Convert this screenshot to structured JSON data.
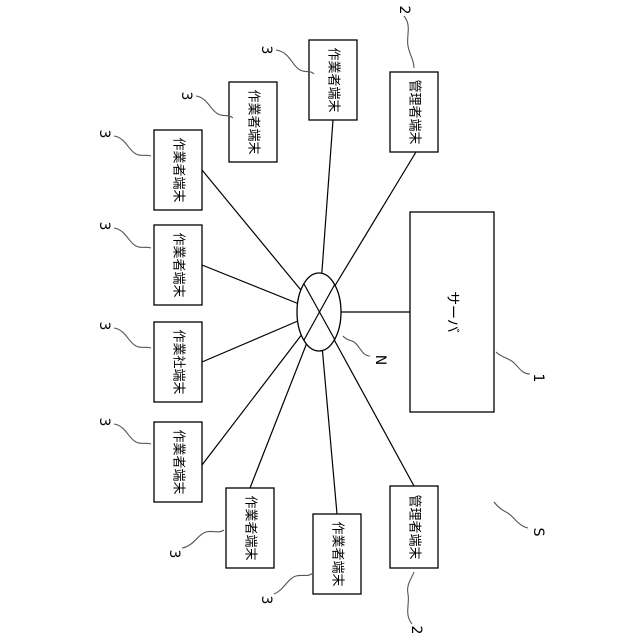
{
  "server": {
    "label": "サーバ",
    "ref": "1"
  },
  "network": {
    "ref": "N"
  },
  "system": {
    "ref": "S"
  },
  "terminals": [
    {
      "label": "作業者端末",
      "ref": "3"
    },
    {
      "label": "作業者端末",
      "ref": "3"
    },
    {
      "label": "作業者端末",
      "ref": "3"
    },
    {
      "label": "作業者端末",
      "ref": "3"
    },
    {
      "label": "作業社端末",
      "ref": "3"
    },
    {
      "label": "作業者端末",
      "ref": "3"
    },
    {
      "label": "作業者端末",
      "ref": "3"
    },
    {
      "label": "作業者端末",
      "ref": "3"
    }
  ],
  "admins": [
    {
      "label": "管理者端末",
      "ref": "2"
    },
    {
      "label": "管理者端末",
      "ref": "2"
    }
  ]
}
